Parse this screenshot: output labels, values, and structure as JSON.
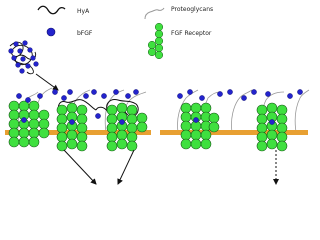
{
  "legend": {
    "hya_label": "HyA",
    "bfgf_label": "bFGF",
    "proteoglycans_label": "Proteoglycans",
    "fgf_receptor_label": "FGF Receptor"
  },
  "colors": {
    "membrane": "#e8a032",
    "receptor_fill": "#3fe03f",
    "receptor_stroke": "#1a5a1a",
    "bfgf_fill": "#2323cc",
    "bfgf_stroke": "#10106a",
    "hya_stroke": "#111111",
    "proteoglycan_stroke": "#999999",
    "arrow": "#111111"
  },
  "icons": {
    "hya": "squiggle-line-icon",
    "bfgf": "blue-dot-icon",
    "proteoglycan": "gray-wavy-line-icon",
    "receptor": "green-bead-chain-icon"
  }
}
